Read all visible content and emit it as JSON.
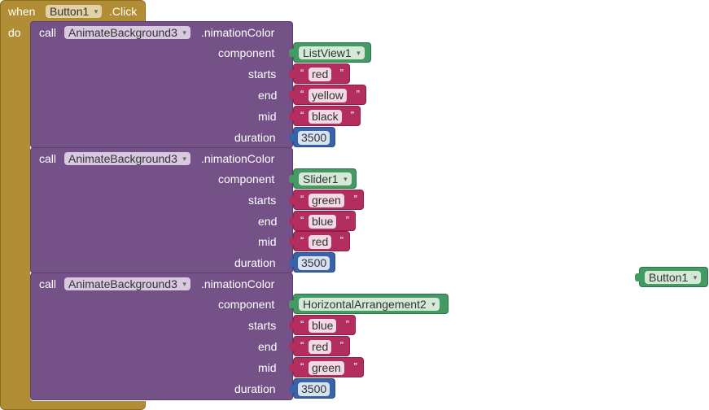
{
  "event": {
    "when_label": "when",
    "component": "Button1",
    "event_suffix": ".Click",
    "do_label": "do"
  },
  "calls": [
    {
      "call_label": "call",
      "component": "AnimateBackground3",
      "method": ".nimationColor",
      "params": {
        "component_label": "component",
        "component_value": "ListView1",
        "starts_label": "starts",
        "starts_value": "red",
        "end_label": "end",
        "end_value": "yellow",
        "mid_label": "mid",
        "mid_value": "black",
        "duration_label": "duration",
        "duration_value": "3500"
      }
    },
    {
      "call_label": "call",
      "component": "AnimateBackground3",
      "method": ".nimationColor",
      "params": {
        "component_label": "component",
        "component_value": "Slider1",
        "starts_label": "starts",
        "starts_value": "green",
        "end_label": "end",
        "end_value": "blue",
        "mid_label": "mid",
        "mid_value": "red",
        "duration_label": "duration",
        "duration_value": "3500"
      }
    },
    {
      "call_label": "call",
      "component": "AnimateBackground3",
      "method": ".nimationColor",
      "params": {
        "component_label": "component",
        "component_value": "HorizontalArrangement2",
        "starts_label": "starts",
        "starts_value": "blue",
        "end_label": "end",
        "end_value": "red",
        "mid_label": "mid",
        "mid_value": "green",
        "duration_label": "duration",
        "duration_value": "3500"
      }
    }
  ],
  "floating_block": {
    "component": "Button1"
  },
  "quote_open": "“",
  "quote_close": "”",
  "dropdown_arrow": "▾",
  "colors": {
    "event": "#b18e35",
    "procedure": "#745288",
    "component": "#439a63",
    "text": "#b32d5e",
    "math": "#3a62a8"
  }
}
